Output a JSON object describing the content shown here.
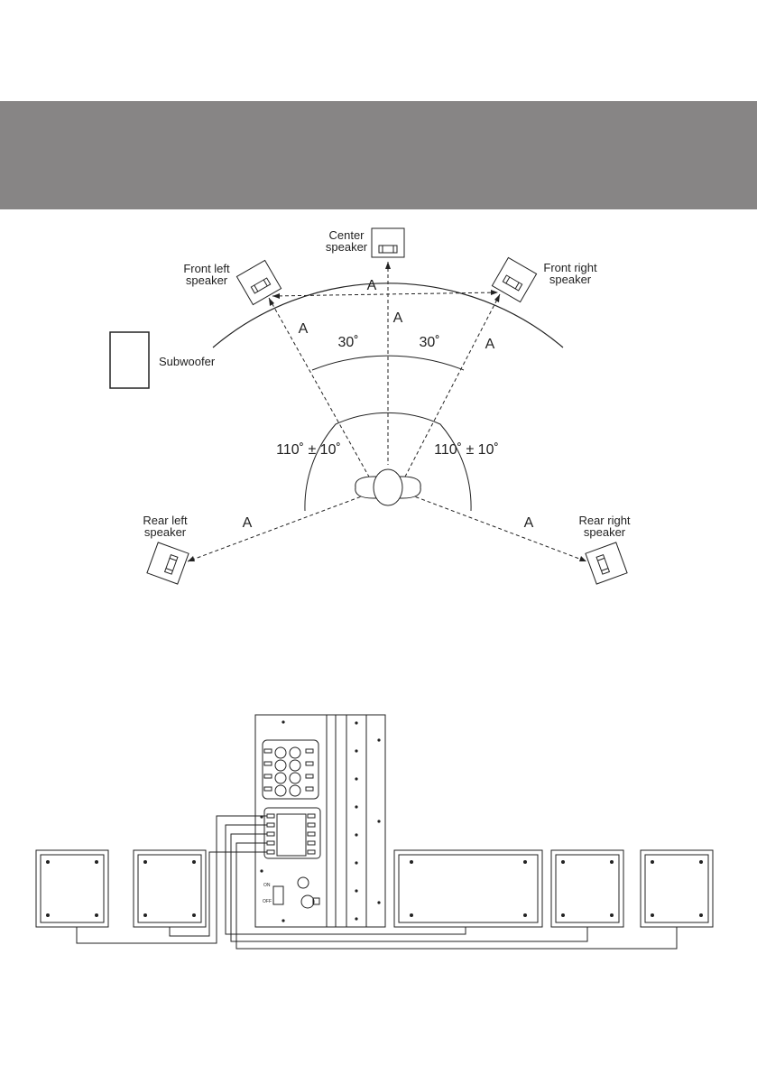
{
  "speakers": {
    "center": [
      "Center",
      "speaker"
    ],
    "front_left": [
      "Front left",
      "speaker"
    ],
    "front_right": [
      "Front right",
      "speaker"
    ],
    "rear_left": [
      "Rear left",
      "speaker"
    ],
    "rear_right": [
      "Rear right",
      "speaker"
    ],
    "subwoofer": "Subwoofer"
  },
  "distance_label": "A",
  "angles": {
    "front": "30˚",
    "rear": "110˚ ± 10˚"
  },
  "switch": {
    "on": "ON",
    "off": "OFF"
  },
  "colors": {
    "banner": "#878585",
    "line": "#222222"
  }
}
